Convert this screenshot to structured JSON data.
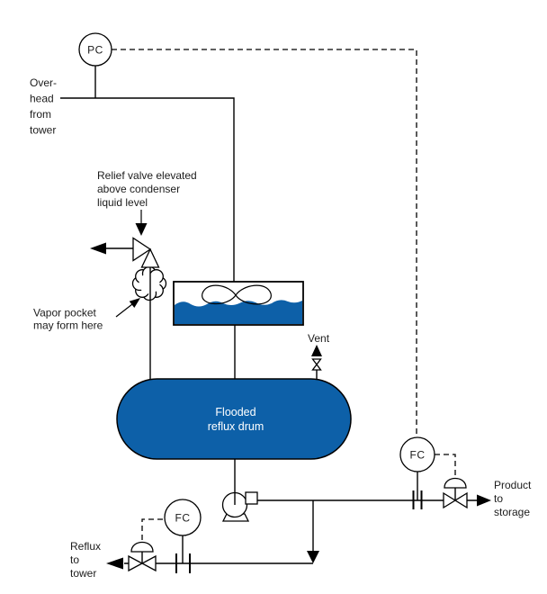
{
  "title": "Flooded reflux drum piping diagram",
  "colors": {
    "vessel_blue": "#0d60a8",
    "line_black": "#000000",
    "background": "#ffffff"
  },
  "instruments": {
    "pressure_controller_label": "PC",
    "flow_controller_product_label": "FC",
    "flow_controller_reflux_label": "FC"
  },
  "equipment": {
    "drum_label_line1": "Flooded",
    "drum_label_line2": "reflux drum",
    "vent_label": "Vent"
  },
  "streams": {
    "overhead_line1": "Over-",
    "overhead_line2": "head",
    "overhead_line3": "from",
    "overhead_line4": "tower",
    "product_line1": "Product",
    "product_line2": "to",
    "product_line3": "storage",
    "reflux_line1": "Reflux",
    "reflux_line2": "to",
    "reflux_line3": "tower"
  },
  "annotations": {
    "relief_note_line1": "Relief valve elevated",
    "relief_note_line2": "above condenser",
    "relief_note_line3": "liquid level",
    "vapor_note_line1": "Vapor pocket",
    "vapor_note_line2": "may form here"
  }
}
